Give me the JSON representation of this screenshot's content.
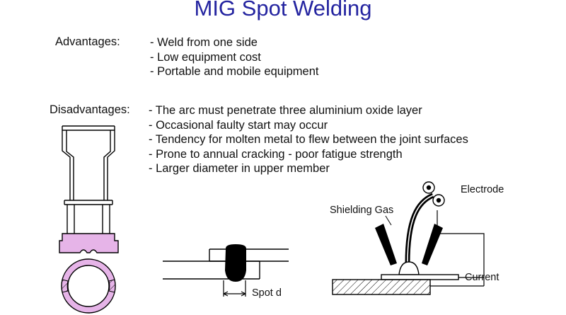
{
  "title": "MIG Spot Welding",
  "advantages": {
    "label": "Advantages:",
    "items": [
      "- Weld from one side",
      "- Low equipment cost",
      "- Portable and mobile equipment"
    ]
  },
  "disadvantages": {
    "label": "Disadvantages:",
    "items": [
      "- The arc must penetrate three aluminium oxide layer",
      "- Occasional faulty start may occur",
      "- Tendency for molten metal to flew between the joint surfaces",
      "- Prone to annual cracking - poor fatigue strength",
      "- Larger diameter in upper member"
    ]
  },
  "diagram": {
    "spot_label": "Spot d",
    "electrode_label": "Electrode",
    "shielding_gas_label": "Shielding Gas",
    "current_label": "Current"
  },
  "colors": {
    "title": "#2424a0",
    "pink_fill": "#e6b4e8",
    "black": "#000000"
  }
}
